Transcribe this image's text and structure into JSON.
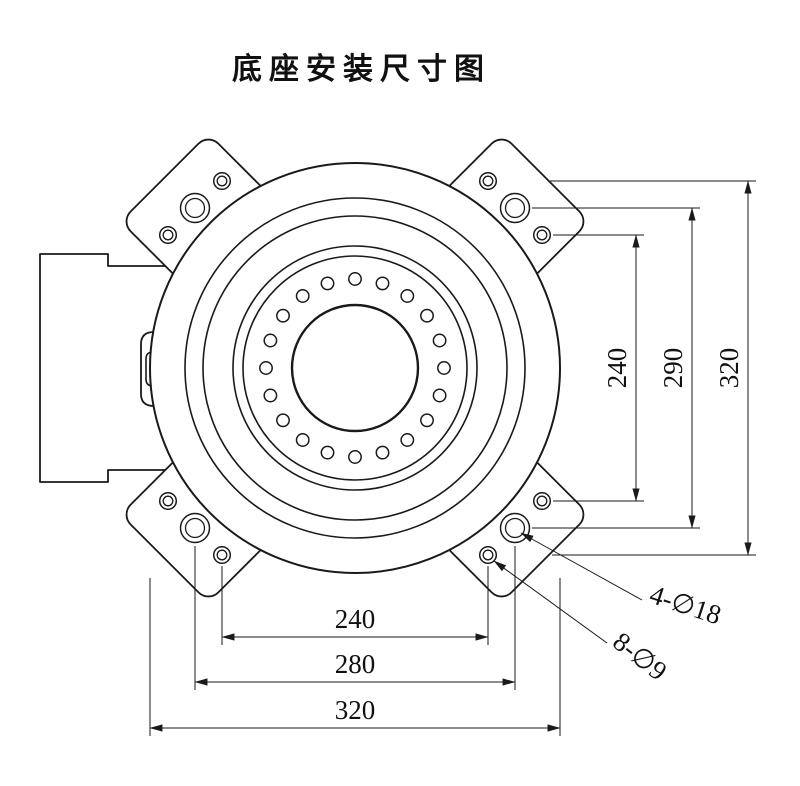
{
  "title": "底座安装尺寸图",
  "dimensions": {
    "bottom": [
      "240",
      "280",
      "320"
    ],
    "right": [
      "240",
      "290",
      "320"
    ]
  },
  "callouts": {
    "corner_holes": "4-∅18",
    "small_holes": "8-∅9"
  },
  "colors": {
    "line": "#1a1a1a",
    "background": "#ffffff"
  }
}
